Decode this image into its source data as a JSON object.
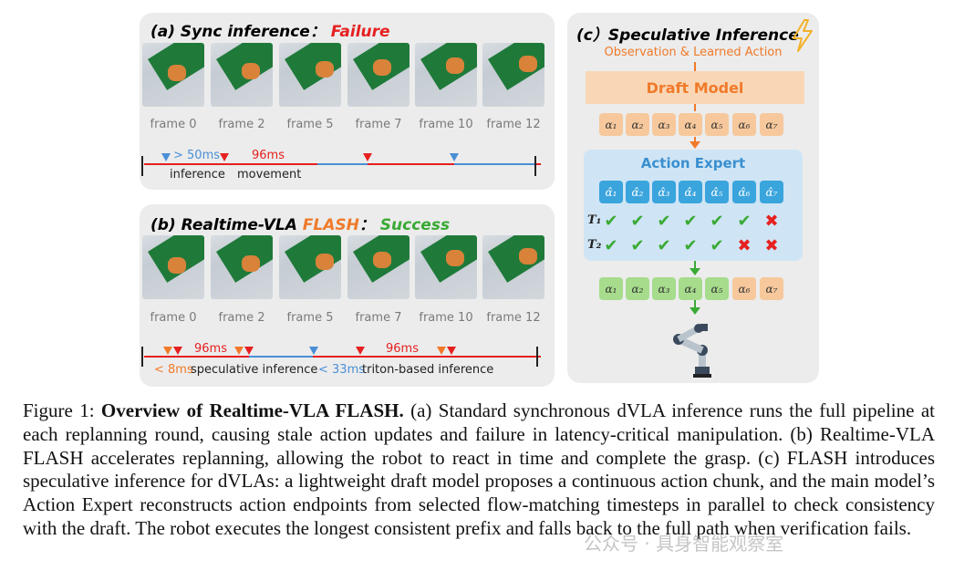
{
  "panel_a": {
    "label": "(a) Sync inference",
    "colon": "：",
    "status": "Failure",
    "frames": [
      "frame 0",
      "frame 2",
      "frame 5",
      "frame 7",
      "frame 10",
      "frame 12"
    ],
    "timeline": {
      "inference_time": "> 50ms",
      "movement_time": "96ms",
      "inference_label": "inference",
      "movement_label": "movement"
    }
  },
  "panel_b": {
    "label": "(b) Realtime-VLA",
    "method": "FLASH",
    "colon": "：",
    "status": "Success",
    "frames": [
      "frame 0",
      "frame 2",
      "frame 5",
      "frame 7",
      "frame 10",
      "frame 12"
    ],
    "timeline": {
      "movement_time_1": "96ms",
      "movement_time_2": "96ms",
      "spec_time": "< 8ms",
      "spec_label": "speculative inference",
      "triton_time": "< 33ms",
      "triton_label": "triton-based inference"
    }
  },
  "panel_c": {
    "title": "(c）Speculative Inference",
    "subtitle": "Observation & Learned Action",
    "draft_model": "Draft Model",
    "action_expert": "Action Expert",
    "draft_tokens": [
      "α₁",
      "α₂",
      "α₃",
      "α₄",
      "α₅",
      "α₆",
      "α₇"
    ],
    "expert_tokens": [
      "α̂₁",
      "α̂₂",
      "α̂₃",
      "α̂₄",
      "α̂₅",
      "α̂₆",
      "α̂₇"
    ],
    "rows": [
      {
        "label": "T₁",
        "checks": [
          "✔",
          "✔",
          "✔",
          "✔",
          "✔",
          "✔",
          "✖"
        ]
      },
      {
        "label": "T₂",
        "checks": [
          "✔",
          "✔",
          "✔",
          "✔",
          "✔",
          "✖",
          "✖"
        ]
      }
    ],
    "output_tokens": [
      "α₁",
      "α₂",
      "α₃",
      "α₄",
      "α₅",
      "α₆",
      "α₇"
    ],
    "accepted_count": 5
  },
  "caption": {
    "prefix": "Figure 1: ",
    "bold": "Overview of Realtime-VLA FLASH.",
    "body": " (a) Standard synchronous dVLA inference runs the full pipeline at each replanning round, causing stale action updates and failure in latency-critical manipulation. (b) Realtime-VLA FLASH accelerates replanning, allowing the robot to react in time and complete the grasp. (c) FLASH introduces speculative inference for dVLAs: a lightweight draft model proposes a continuous action chunk, and the main model’s Action Expert reconstructs action endpoints from selected flow-matching timesteps in parallel to check consistency with the draft. The robot executes the longest consistent prefix and falls back to the full path when verification fails."
  },
  "watermark": "公众号 · 具身智能观察室",
  "colors": {
    "failure": "#e62020",
    "success": "#3aaa35",
    "flash": "#f07a2a",
    "draft": "#f6c89c",
    "expert": "#3aa4dd",
    "accepted": "#a6dc8c"
  }
}
